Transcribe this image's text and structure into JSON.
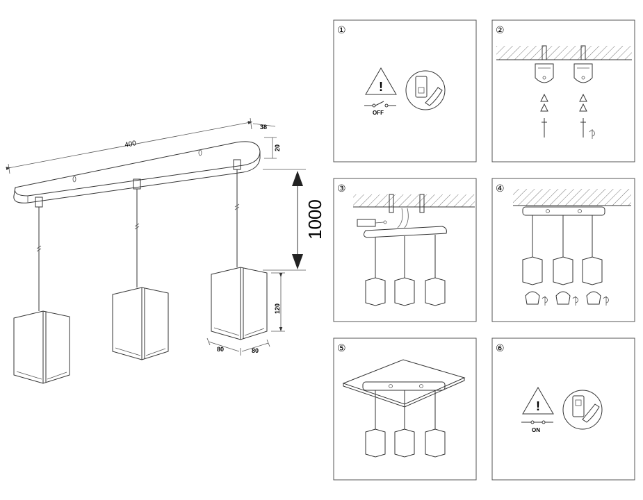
{
  "dimensions": {
    "length": "400",
    "depth": "38",
    "height": "20",
    "drop": "1000",
    "shade_height": "120",
    "shade_width_a": "80",
    "shade_width_b": "80"
  },
  "steps": [
    {
      "number": "①",
      "switch_label": "OFF"
    },
    {
      "number": "②"
    },
    {
      "number": "③"
    },
    {
      "number": "④"
    },
    {
      "number": "⑤"
    },
    {
      "number": "⑥",
      "switch_label": "ON"
    }
  ],
  "colors": {
    "line": "#333333",
    "panel_border": "#555555",
    "background": "#ffffff"
  }
}
